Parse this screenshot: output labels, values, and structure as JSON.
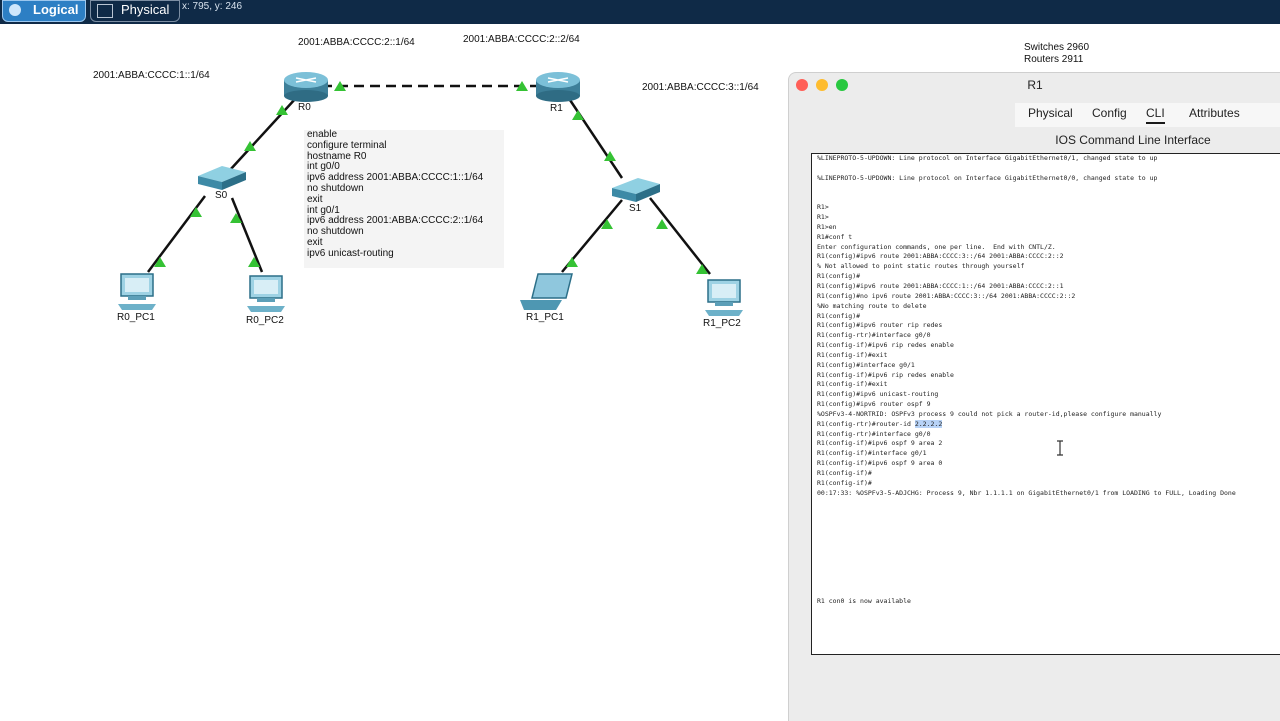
{
  "topbar": {
    "logical_label": "Logical",
    "physical_label": "Physical",
    "coords": "x: 795, y: 246"
  },
  "canvas": {
    "labels": {
      "net1": "2001:ABBA:CCCC:1::1/64",
      "r0_g01": "2001:ABBA:CCCC:2::1/64",
      "r1_g01": "2001:ABBA:CCCC:2::2/64",
      "net3": "2001:ABBA:CCCC:3::1/64"
    },
    "devices": {
      "r0": "R0",
      "r1": "R1",
      "s0": "S0",
      "s1": "S1",
      "r0_pc1": "R0_PC1",
      "r0_pc2": "R0_PC2",
      "r1_pc1": "R1_PC1",
      "r1_pc2": "R1_PC2"
    },
    "commands": [
      "enable",
      "configure terminal",
      "hostname R0",
      "int g0/0",
      "ipv6 address 2001:ABBA:CCCC:1::1/64",
      "no shutdown",
      "exit",
      "int g0/1",
      "ipv6 address  2001:ABBA:CCCC:2::1/64",
      "no shutdown",
      "exit",
      "ipv6 unicast-routing"
    ],
    "stats": {
      "switches": "Switches 2960",
      "routers": "Routers 2911"
    }
  },
  "window": {
    "title": "R1",
    "tabs": [
      "Physical",
      "Config",
      "CLI",
      "Attributes"
    ],
    "active_tab": "CLI",
    "subtitle": "IOS Command Line Interface",
    "terminal": {
      "lines": [
        "%LINEPROTO-5-UPDOWN: Line protocol on Interface GigabitEthernet0/1, changed state to up",
        "",
        "%LINEPROTO-5-UPDOWN: Line protocol on Interface GigabitEthernet0/0, changed state to up",
        "",
        "",
        "R1>",
        "R1>",
        "R1>en",
        "R1#conf t",
        "Enter configuration commands, one per line.  End with CNTL/Z.",
        "R1(config)#ipv6 route 2001:ABBA:CCCC:3::/64 2001:ABBA:CCCC:2::2",
        "% Not allowed to point static routes through yourself",
        "R1(config)#",
        "R1(config)#ipv6 route 2001:ABBA:CCCC:1::/64 2001:ABBA:CCCC:2::1",
        "R1(config)#no ipv6 route 2001:ABBA:CCCC:3::/64 2001:ABBA:CCCC:2::2",
        "%No matching route to delete",
        "R1(config)#",
        "R1(config)#ipv6 router rip redes",
        "R1(config-rtr)#interface g0/0",
        "R1(config-if)#ipv6 rip redes enable",
        "R1(config-if)#exit",
        "R1(config)#interface g0/1",
        "R1(config-if)#ipv6 rip redes enable",
        "R1(config-if)#exit",
        "R1(config)#ipv6 unicast-routing",
        "R1(config)#ipv6 router ospf 9",
        "%OSPFv3-4-NORTRID: OSPFv3 process 9 could not pick a router-id,please configure manually",
        "R1(config-rtr)#router-id ",
        "R1(config-rtr)#interface g0/0",
        "R1(config-if)#ipv6 ospf 9 area 2",
        "R1(config-if)#interface g0/1",
        "R1(config-if)#ipv6 ospf 9 area 0",
        "R1(config-if)#",
        "R1(config-if)#",
        "00:17:33: %OSPFv3-5-ADJCHG: Process 9, Nbr 1.1.1.1 on GigabitEthernet0/1 from LOADING to FULL, Loading Done",
        "",
        "",
        "",
        "",
        "",
        "",
        "",
        "",
        "",
        "",
        "R1 con0 is now available"
      ],
      "highlight_text": "2.2.2.2",
      "highlight_line_index": 27
    }
  },
  "colors": {
    "topbar": "#0f2a47",
    "link_arrow": "#35c234",
    "router": "#4f97b3",
    "close": "#ff5f57",
    "minimize": "#febc2e",
    "zoom": "#28c840"
  }
}
